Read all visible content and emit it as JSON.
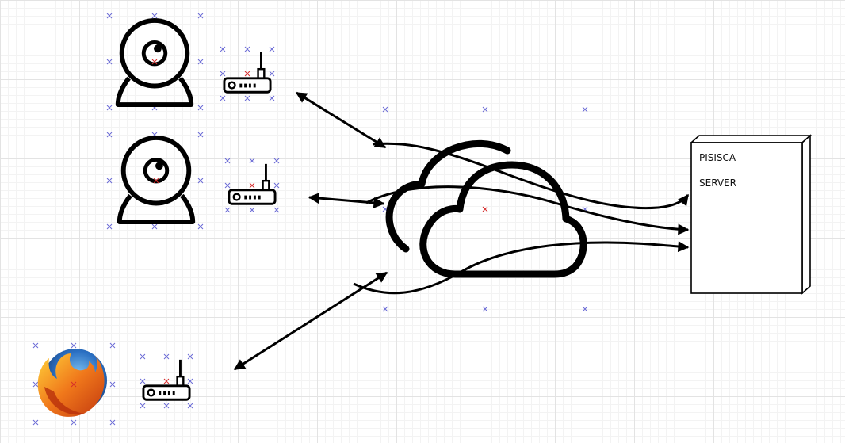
{
  "server": {
    "line1": "PISISCA",
    "line2": "SERVER"
  },
  "icons": {
    "webcam_top": "webcam-icon",
    "webcam_middle": "webcam-icon",
    "browser": "firefox-icon",
    "router": "wifi-router-icon",
    "cloud": "cloud-icon",
    "server": "server-box"
  },
  "colors": {
    "stroke": "#000000",
    "selection_marker": "#6b6bd6",
    "anchor_marker": "#d62b2b"
  }
}
